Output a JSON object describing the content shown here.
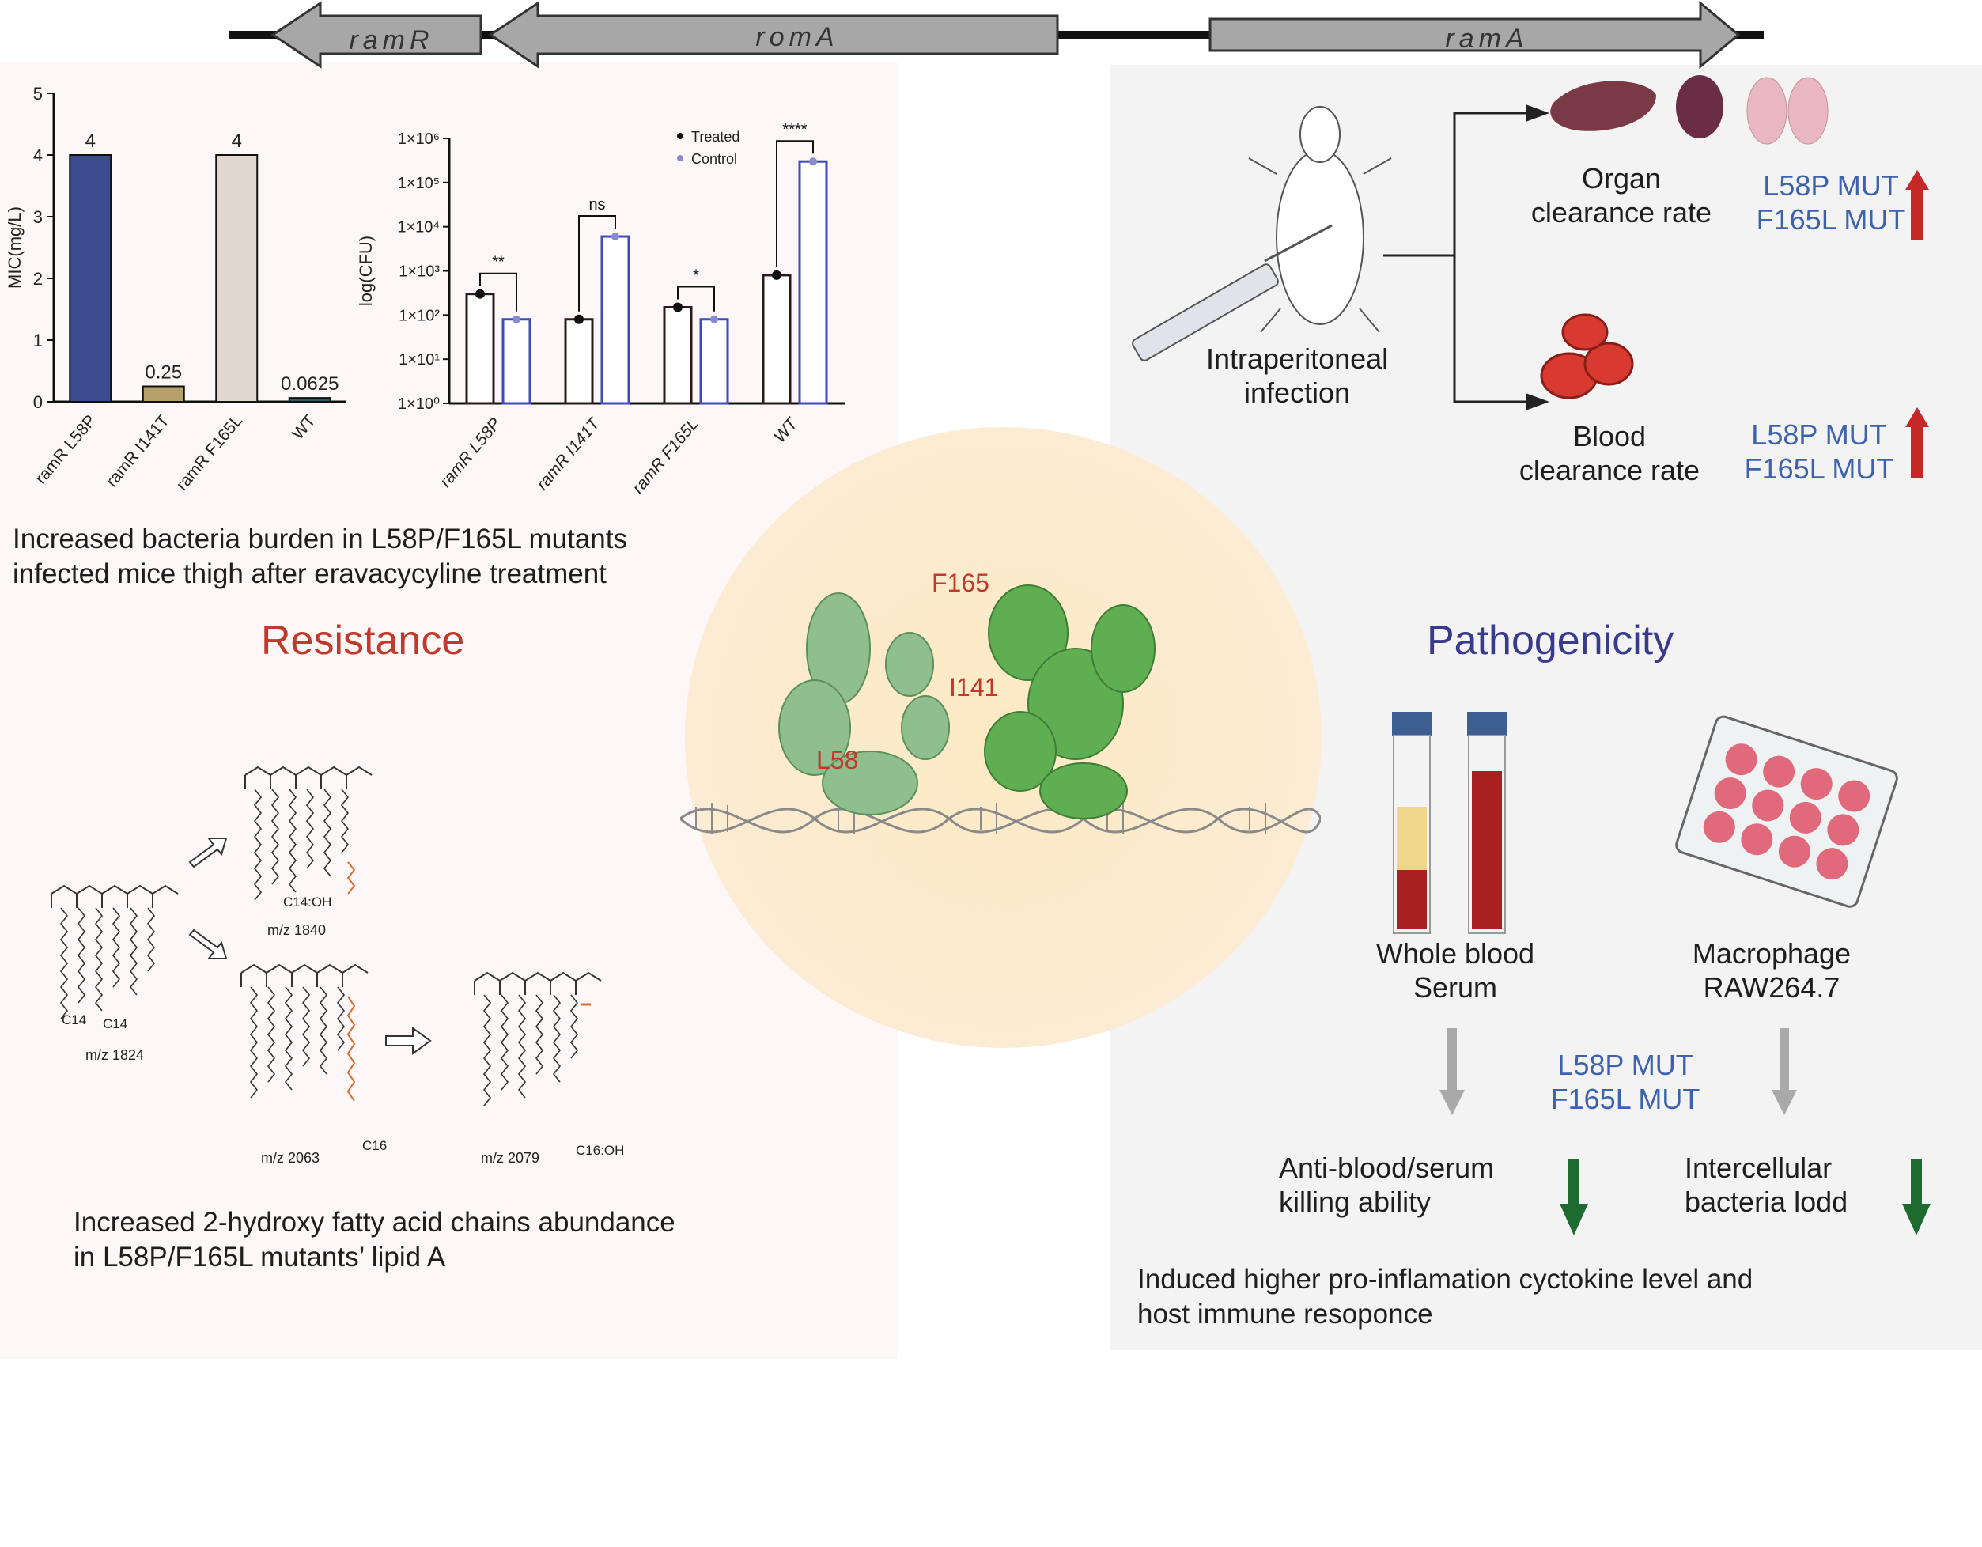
{
  "genes": [
    "ramR",
    "romA",
    "ramA"
  ],
  "mic_chart": {
    "type": "bar",
    "ylabel": "MIC(mg/L)",
    "ylim": [
      0,
      5
    ],
    "yticks": [
      "0",
      "1",
      "2",
      "3",
      "4",
      "5"
    ],
    "categories": [
      "ramR L58P",
      "ramR I141T",
      "ramR F165L",
      "WT"
    ],
    "values": [
      4,
      0.25,
      4,
      0.0625
    ],
    "value_labels": [
      "4",
      "0.25",
      "4",
      "0.0625"
    ],
    "colors": [
      "#3b4c8f",
      "#b5a06c",
      "#e3d8cf",
      "#2d5c63"
    ]
  },
  "cfu_chart": {
    "type": "bar",
    "ylabel": "log(CFU)",
    "scale": "log",
    "ylim": [
      1,
      1000000
    ],
    "yticks": [
      "1×10⁰",
      "1×10¹",
      "1×10²",
      "1×10³",
      "1×10⁴",
      "1×10⁵",
      "1×10⁶"
    ],
    "categories": [
      "ramR L58P",
      "ramR I141T",
      "ramR F165L",
      "WT"
    ],
    "series": [
      {
        "name": "Treated",
        "values": [
          300,
          80,
          150,
          800
        ]
      },
      {
        "name": "Control",
        "values": [
          80,
          6000,
          80,
          300000
        ]
      }
    ],
    "significance": [
      "**",
      "ns",
      "*",
      "****"
    ]
  },
  "captions": {
    "burden_1": "Increased bacteria burden in L58P/F165L mutants",
    "burden_2": "infected mice thigh after eravacycyline treatment",
    "hydroxy_1": "Increased 2-hydroxy fatty acid chains abundance",
    "hydroxy_2": "in L58P/F165L mutants’ lipid A",
    "immune_1": "Induced higher pro-inflamation cyctokine level and",
    "immune_2": "host immune resoponce"
  },
  "headings": {
    "resistance": "Resistance",
    "pathogenicity": "Pathogenicity"
  },
  "structure_labels": [
    "F165",
    "I141",
    "L58"
  ],
  "lipid": {
    "mz1824": "m/z 1824",
    "mz1840": "m/z 1840",
    "mz2063": "m/z 2063",
    "mz2079": "m/z 2079",
    "c14": "C14",
    "c14b": "C14",
    "c14oh": "C14:OH",
    "c16": "C16",
    "c16oh": "C16:OH"
  },
  "infection": {
    "route_1": "Intraperitoneal",
    "route_2": "infection",
    "organ_1": "Organ",
    "organ_2": "clearance rate",
    "blood_1": "Blood",
    "blood_2": "clearance rate",
    "mut_1": "L58P MUT",
    "mut_2": "F165L MUT"
  },
  "assays": {
    "wb_1": "Whole blood",
    "wb_2": "Serum",
    "mac_1": "Macrophage",
    "mac_2": "RAW264.7",
    "anti_1": "Anti-blood/serum",
    "anti_2": "killing ability",
    "inter_1": "Intercellular",
    "inter_2": "bacteria lodd"
  },
  "colors": {
    "resistance": "#c0392b",
    "pathogenicity": "#3a3a8c",
    "mut": "#3d62ad",
    "up": "#c62828",
    "down": "#1e6b30"
  }
}
